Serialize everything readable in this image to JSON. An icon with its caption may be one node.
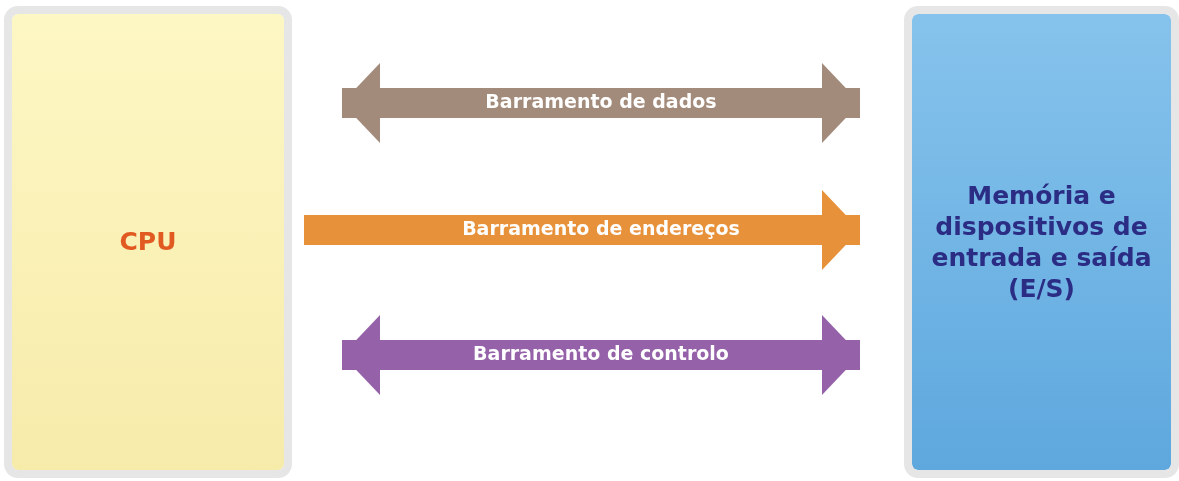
{
  "diagram": {
    "nodes": [
      {
        "text": [
          "CPU"
        ]
      },
      {
        "text": [
          "Memória e dispositivos de entrada e saída (E/S)"
        ]
      }
    ],
    "edges": [
      {
        "from": 0,
        "to": 1,
        "arrow": "both",
        "label": "Barramento de dados",
        "color": "#a38b7b"
      },
      {
        "from": 0,
        "to": 1,
        "arrow": "to",
        "label": "Barramento de endereços",
        "color": "#e8913b"
      },
      {
        "from": 0,
        "to": 1,
        "arrow": "both",
        "label": "Barramento de controlo",
        "color": "#9562a9"
      }
    ]
  }
}
